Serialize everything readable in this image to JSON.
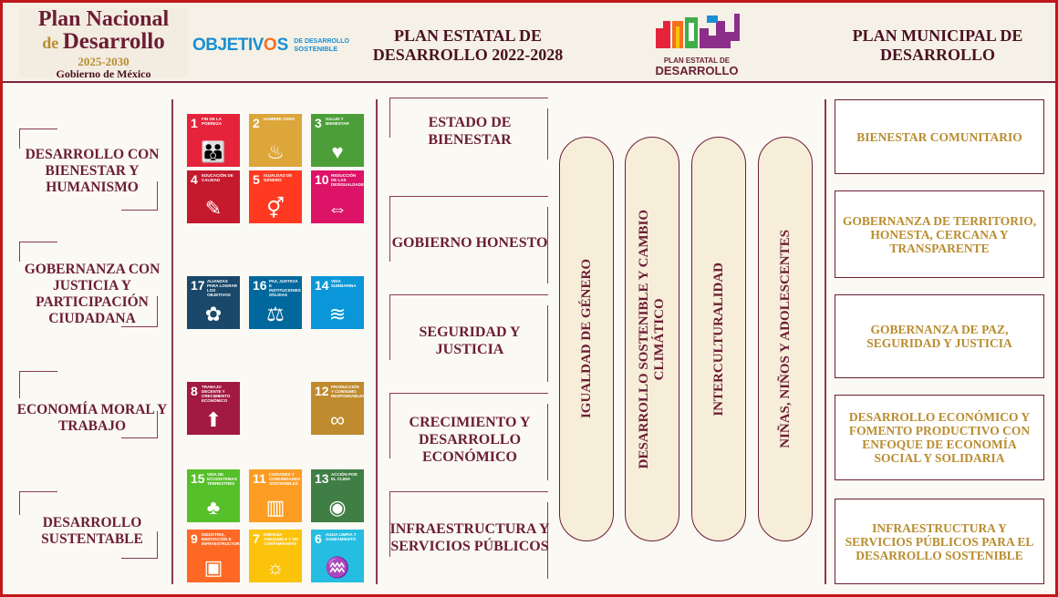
{
  "header": {
    "pnd_line1": "Plan Nacional",
    "pnd_line2_a": "de ",
    "pnd_line2_b": "Desarrollo",
    "pnd_years": "2025-2030",
    "pnd_gov": "Gobierno de México",
    "ods_big": "OBJETIV",
    "ods_o": "O",
    "ods_s": "S",
    "ods_small1": "DE DESARROLLO",
    "ods_small2": "SOSTENIBLE",
    "ped_title1": "PLAN ESTATAL DE",
    "ped_title2": "DESARROLLO 2022-2028",
    "ped_logo_line1": "PLAN ESTATAL DE",
    "ped_logo_line2": "DESARROLLO",
    "pmd_title1": "PLAN MUNICIPAL DE",
    "pmd_title2": "DESARROLLO"
  },
  "national_axes": [
    "DESARROLLO CON BIENESTAR Y HUMANISMO",
    "GOBERNANZA CON JUSTICIA Y PARTICIPACIÓN CIUDADANA",
    "ECONOMÍA MORAL Y TRABAJO",
    "DESARROLLO SUSTENTABLE"
  ],
  "sdgs": [
    {
      "n": "1",
      "label": "FIN DE LA POBREZA",
      "color": "#e5243b",
      "icon": "family-icon",
      "glyph": "👪"
    },
    {
      "n": "2",
      "label": "HAMBRE CERO",
      "color": "#dda63a",
      "icon": "bowl-icon",
      "glyph": "♨"
    },
    {
      "n": "3",
      "label": "SALUD Y BIENESTAR",
      "color": "#4c9f38",
      "icon": "heartbeat-icon",
      "glyph": "♥"
    },
    {
      "n": "4",
      "label": "EDUCACIÓN DE CALIDAD",
      "color": "#c5192d",
      "icon": "book-icon",
      "glyph": "✎"
    },
    {
      "n": "5",
      "label": "IGUALDAD DE GÉNERO",
      "color": "#ff3a21",
      "icon": "gender-icon",
      "glyph": "⚥"
    },
    {
      "n": "10",
      "label": "REDUCCIÓN DE LAS DESIGUALDADES",
      "color": "#dd1367",
      "icon": "equal-icon",
      "glyph": "⇔"
    },
    {
      "n": "17",
      "label": "ALIANZAS PARA LOGRAR LOS OBJETIVOS",
      "color": "#19486a",
      "icon": "flower-icon",
      "glyph": "✿"
    },
    {
      "n": "16",
      "label": "PAZ, JUSTICIA E INSTITUCIONES SÓLIDAS",
      "color": "#00689d",
      "icon": "dove-icon",
      "glyph": "⚖"
    },
    {
      "n": "14",
      "label": "VIDA SUBMARINA",
      "color": "#0a97d9",
      "icon": "fish-icon",
      "glyph": "≋"
    },
    {
      "n": "8",
      "label": "TRABAJO DECENTE Y CRECIMIENTO ECONÓMICO",
      "color": "#a21942",
      "icon": "growth-icon",
      "glyph": "⬆"
    },
    {
      "n": "12",
      "label": "PRODUCCIÓN Y CONSUMO RESPONSABLES",
      "color": "#bf8b2e",
      "icon": "infinity-icon",
      "glyph": "∞"
    },
    {
      "n": "15",
      "label": "VIDA DE ECOSISTEMAS TERRESTRES",
      "color": "#56c02b",
      "icon": "tree-icon",
      "glyph": "♣"
    },
    {
      "n": "11",
      "label": "CIUDADES Y COMUNIDADES SOSTENIBLES",
      "color": "#fd9d24",
      "icon": "city-icon",
      "glyph": "▥"
    },
    {
      "n": "13",
      "label": "ACCIÓN POR EL CLIMA",
      "color": "#3f7e44",
      "icon": "eye-globe-icon",
      "glyph": "◉"
    },
    {
      "n": "9",
      "label": "INDUSTRIA, INNOVACIÓN E INFRAESTRUCTURA",
      "color": "#fd6925",
      "icon": "cubes-icon",
      "glyph": "▣"
    },
    {
      "n": "7",
      "label": "ENERGÍA ASEQUIBLE Y NO CONTAMINANTE",
      "color": "#fcc30b",
      "icon": "sun-icon",
      "glyph": "☼"
    },
    {
      "n": "6",
      "label": "AGUA LIMPIA Y SANEAMIENTO",
      "color": "#26bde2",
      "icon": "water-icon",
      "glyph": "♒"
    }
  ],
  "state_axes": [
    "ESTADO DE BIENESTAR",
    "GOBIERNO HONESTO",
    "SEGURIDAD Y JUSTICIA",
    "CRECIMIENTO Y DESARROLLO ECONÓMICO",
    "INFRAESTRUCTURA Y SERVICIOS PÚBLICOS"
  ],
  "transversal_axes": [
    "IGUALDAD DE GÉNERO",
    "DESARROLLO SOSTENIBLE Y CAMBIO\nCLIMÁTICO",
    "INTERCULTURALIDAD",
    "NIÑAS, NIÑOS Y ADOLESCENTES"
  ],
  "municipal_axes": [
    "BIENESTAR COMUNITARIO",
    "GOBERNANZA DE TERRITORIO, HONESTA, CERCANA Y TRANSPARENTE",
    "GOBERNANZA DE PAZ, SEGURIDAD Y JUSTICIA",
    "DESARROLLO ECONÓMICO Y FOMENTO PRODUCTIVO CON ENFOQUE DE ECONOMÍA SOCIAL Y SOLIDARIA",
    "INFRAESTRUCTURA Y SERVICIOS PÚBLICOS PARA EL DESARROLLO SOSTENIBLE"
  ]
}
